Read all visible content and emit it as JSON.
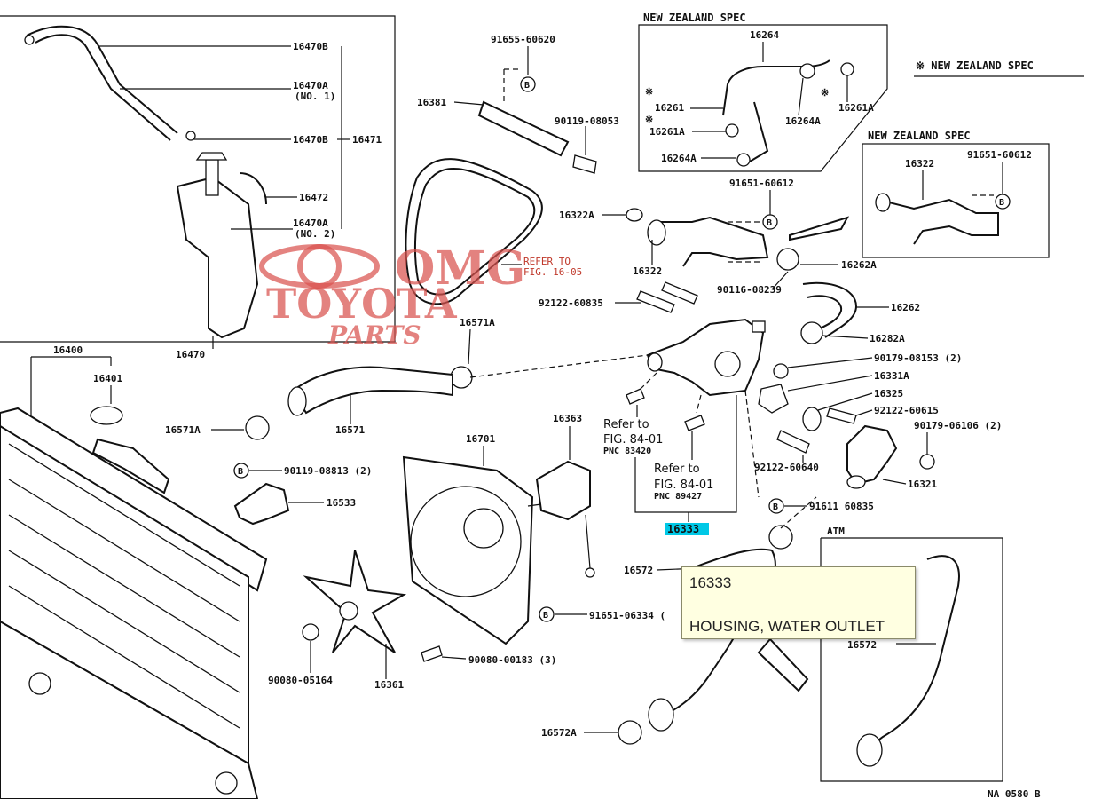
{
  "labels": {
    "l16470b_top": "16470B",
    "l16470a": "16470A",
    "l16470a_no1": "(NO. 1)",
    "l16470b_mid": "16470B",
    "l16471": "16471",
    "l16472": "16472",
    "l16470a_2": "16470A",
    "l16470a_no2": "(NO. 2)",
    "l16470": "16470",
    "l91655": "91655-60620",
    "l16381_top": "16381",
    "l90119_08053": "90119-08053",
    "l16322a": "16322A",
    "l16322": "16322",
    "l92122_60835": "92122-60835",
    "l16571a_top": "16571A",
    "l16400": "16400",
    "l16401": "16401",
    "l16571a_left": "16571A",
    "l16571": "16571",
    "l90119_08813": "90119-08813 (2)",
    "l16533": "16533",
    "l16701": "16701",
    "l16363": "16363",
    "l90080_05164": "90080-05164",
    "l16361": "16361",
    "l90080_00183": "90080-00183 (3)",
    "l91651_06334": "91651-06334 (",
    "l16572_left": "16572",
    "l16572a": "16572A",
    "l16572_right": "16572",
    "l91651_60612_top": "91651-60612",
    "l16262a_top": "16262A",
    "l90116_08239": "90116-08239",
    "l16262": "16262",
    "l16282a": "16282A",
    "l90179_08153": "90179-08153 (2)",
    "l16331a": "16331A",
    "l16325": "16325",
    "l92122_60615": "92122-60615",
    "l90179_06106": "90179-06106 (2)",
    "l92122_60640": "92122-60640",
    "l16321": "16321",
    "l91611_60835": "91611 60835",
    "l16264": "16264",
    "l16261": "16261",
    "l16261a_l": "16261A",
    "l16264a_l": "16264A",
    "l16264a_r": "16264A",
    "l16261a_r": "16261A",
    "l16322_nz": "16322",
    "l91651_60612_nz": "91651-60612",
    "star1": "※",
    "star2": "※",
    "star3": "※",
    "atm": "ATM",
    "doc_code": "NA 0580 B"
  },
  "headers": {
    "nz_spec_top": "NEW ZEALAND SPEC",
    "nz_spec_mid": "NEW ZEALAND SPEC",
    "legend": "※ NEW ZEALAND SPEC"
  },
  "references": {
    "refer_fig": "REFER TO",
    "refer_fig_num": "FIG. 16-05",
    "ref1_line1": "Refer to",
    "ref1_line2": "FIG. 84-01",
    "ref1_pnc": "PNC 83420",
    "ref2_line1": "Refer to",
    "ref2_line2": "FIG. 84-01",
    "ref2_pnc": "PNC 89427"
  },
  "callout_letter": "B",
  "highlighted_part": "16333",
  "watermark": {
    "line1": "OMG",
    "line2": "TOYOTA",
    "line3": "PARTS"
  },
  "tooltip": {
    "code": "16333",
    "description": "HOUSING, WATER OUTLET",
    "bg_color": "#ffffe1"
  },
  "colors": {
    "highlight": "#00c8e6",
    "watermark": "#d9534f"
  }
}
